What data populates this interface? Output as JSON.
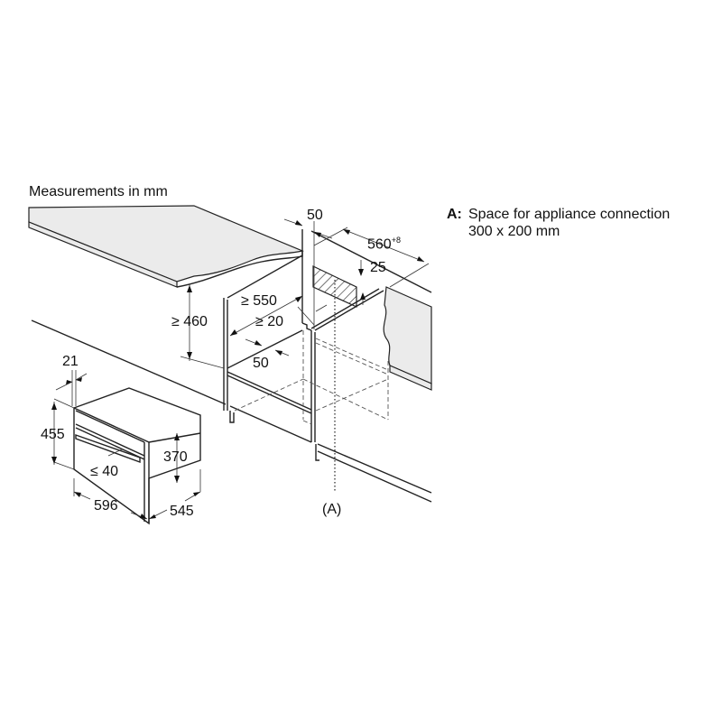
{
  "title": "Measurements in mm",
  "dimensions": {
    "top_gap": "50",
    "niche_width": "560",
    "niche_width_tolerance": "+8",
    "connection_offset": "25",
    "niche_depth": "≥ 550",
    "niche_height": "≥ 460",
    "rear_gap": "≥ 20",
    "floor_gap": "50",
    "appliance_front_depth": "21",
    "appliance_height": "455",
    "appliance_body_height": "370",
    "handle_depth": "≤ 40",
    "appliance_width": "596",
    "appliance_depth": "545",
    "connection_marker": "(A)"
  },
  "legend": {
    "key": "A:",
    "description": "Space for appliance connection",
    "size": "300 x 200 mm"
  }
}
